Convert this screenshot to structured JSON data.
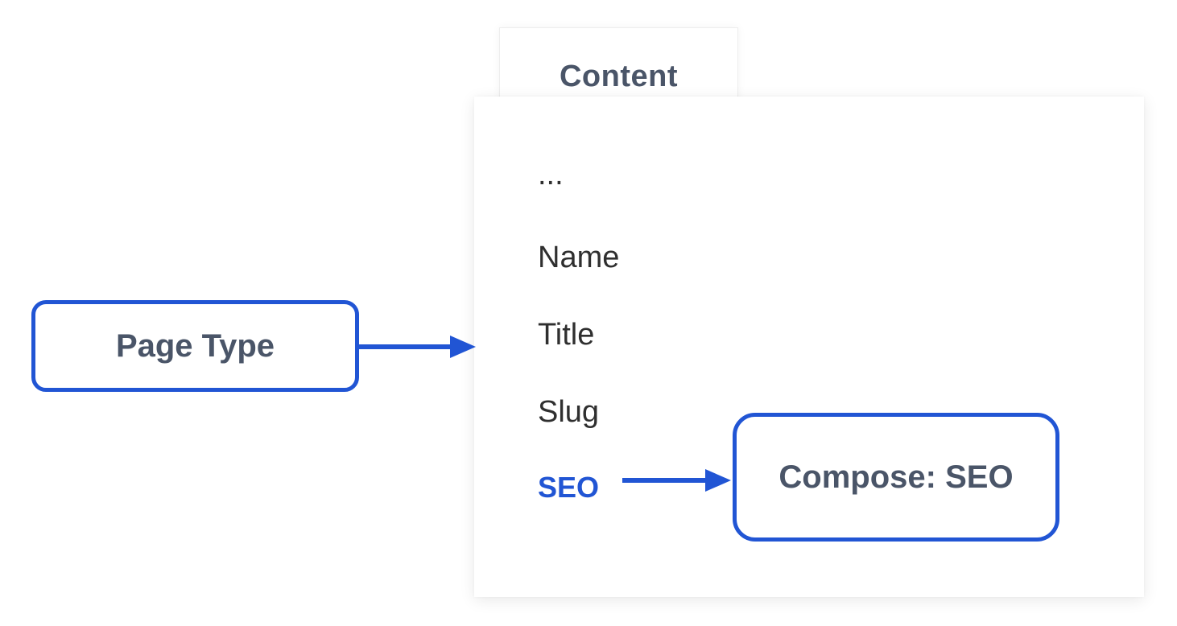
{
  "diagram": {
    "tab": {
      "label": "Content"
    },
    "page_type_box": {
      "label": "Page Type"
    },
    "fields": [
      {
        "label": "..."
      },
      {
        "label": "Name"
      },
      {
        "label": "Title"
      },
      {
        "label": "Slug"
      },
      {
        "label": "SEO",
        "highlighted": true
      }
    ],
    "compose_box": {
      "label": "Compose: SEO"
    },
    "colors": {
      "accent_blue": "#2155d4",
      "heading_slate": "#4a5568",
      "field_text": "#2f2f2f",
      "tab_border": "#ededed",
      "background": "#ffffff"
    }
  }
}
